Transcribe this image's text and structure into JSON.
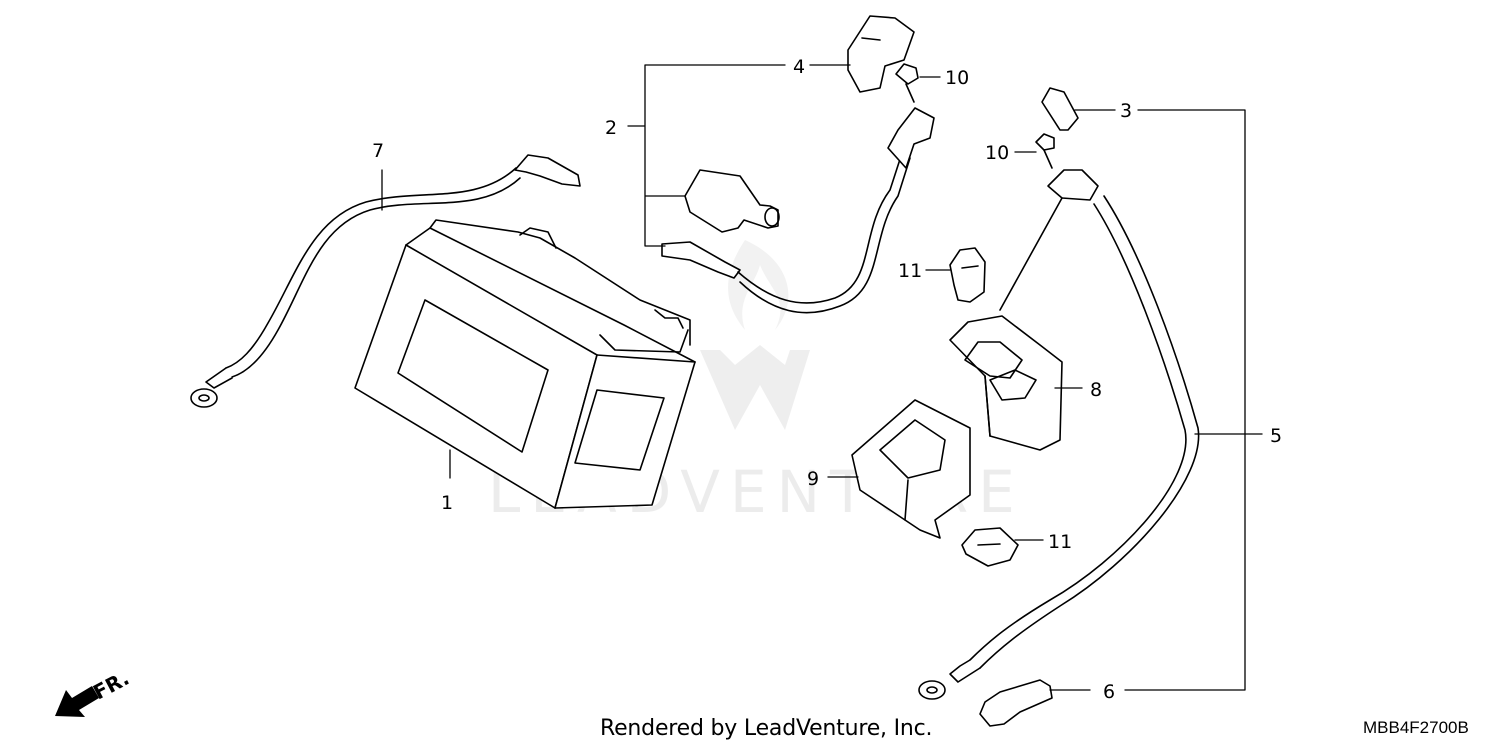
{
  "watermark": {
    "text": "LEADVENTURE"
  },
  "callouts": {
    "c1": "1",
    "c2": "2",
    "c3": "3",
    "c4": "4",
    "c5": "5",
    "c6": "6",
    "c7": "7",
    "c8": "8",
    "c9": "9",
    "c10a": "10",
    "c10b": "10",
    "c11a": "11",
    "c11b": "11"
  },
  "front_indicator": "FR.",
  "footer": {
    "credit": "Rendered by LeadVenture, Inc.",
    "diagram_code": "MBB4F2700B"
  },
  "colors": {
    "line": "#000000",
    "watermark": "#ececec"
  }
}
